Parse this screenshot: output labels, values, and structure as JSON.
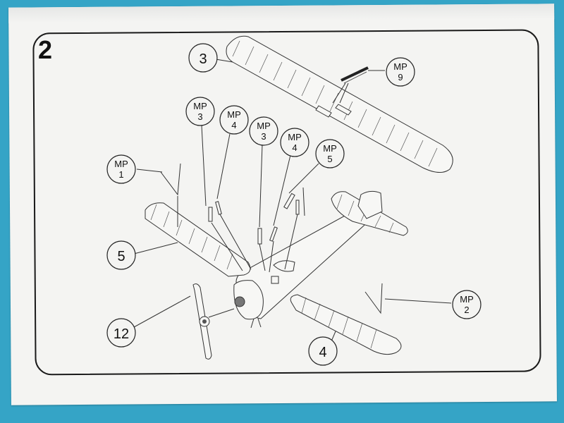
{
  "step": {
    "number": "2"
  },
  "callouts": {
    "c3": {
      "line1": "3"
    },
    "mp9": {
      "line1": "MP",
      "line2": "9"
    },
    "mp3a": {
      "line1": "MP",
      "line2": "3"
    },
    "mp4a": {
      "line1": "MP",
      "line2": "4"
    },
    "mp3b": {
      "line1": "MP",
      "line2": "3"
    },
    "mp4b": {
      "line1": "MP",
      "line2": "4"
    },
    "mp5": {
      "line1": "MP",
      "line2": "5"
    },
    "mp1": {
      "line1": "MP",
      "line2": "1"
    },
    "c5": {
      "line1": "5"
    },
    "mp2": {
      "line1": "MP",
      "line2": "2"
    },
    "c12": {
      "line1": "12"
    },
    "c4": {
      "line1": "4"
    }
  },
  "colors": {
    "background": "#35a4c6",
    "paper": "#f4f4f2",
    "ink": "#1a1a1a"
  }
}
